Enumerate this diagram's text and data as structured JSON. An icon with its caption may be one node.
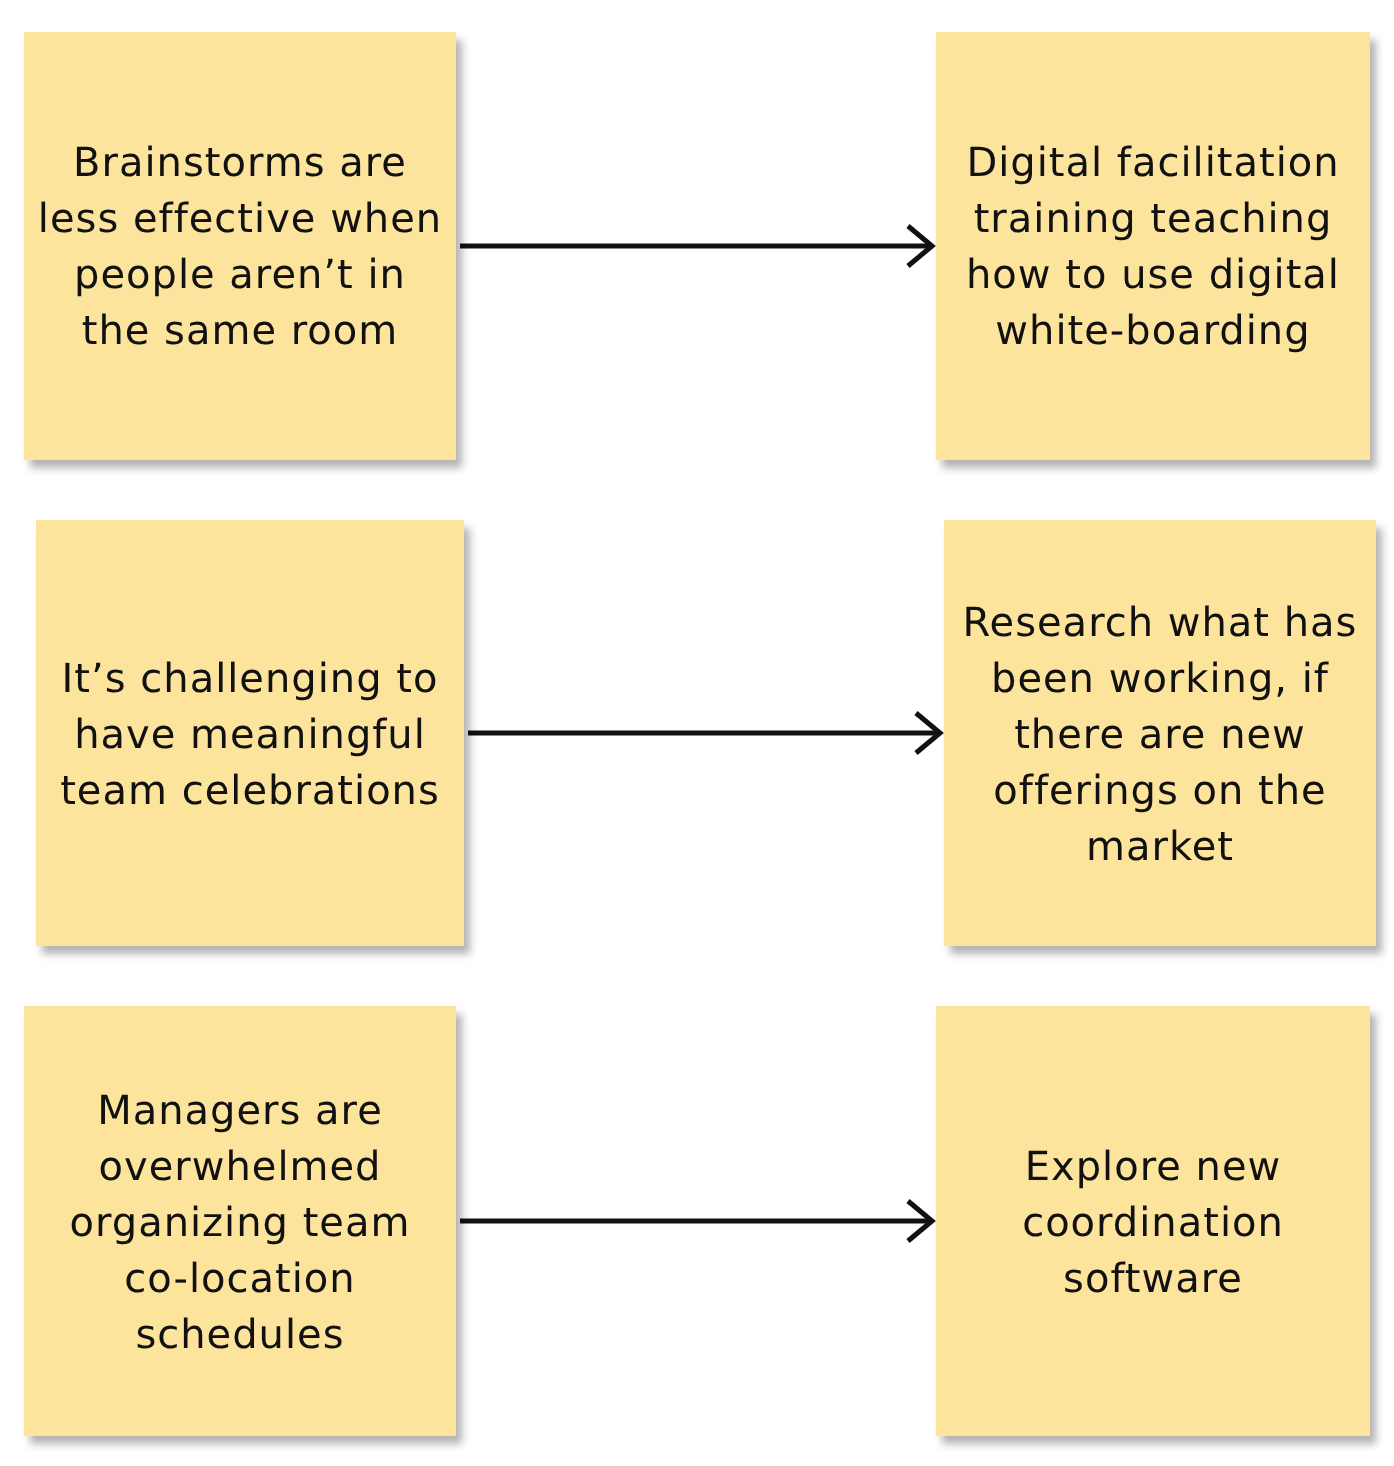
{
  "diagram": {
    "nodes": [
      {
        "text": [
          "Brainstorms are less effective when people aren’t in the same room"
        ]
      },
      {
        "text": [
          "Digital facilitation training teaching how to use digital white-boarding"
        ]
      },
      {
        "text": [
          "It’s challenging to have meaningful team celebrations"
        ]
      },
      {
        "text": [
          "Research what has been working, if there are new offerings on the market"
        ]
      },
      {
        "text": [
          "Managers are overwhelmed organizing team co-location schedules"
        ]
      },
      {
        "text": [
          "Explore new coordination software"
        ]
      }
    ],
    "edges": [
      {
        "from": 0,
        "to": 1,
        "arrow": "to"
      },
      {
        "from": 2,
        "to": 3,
        "arrow": "to"
      },
      {
        "from": 4,
        "to": 5,
        "arrow": "to"
      }
    ]
  }
}
